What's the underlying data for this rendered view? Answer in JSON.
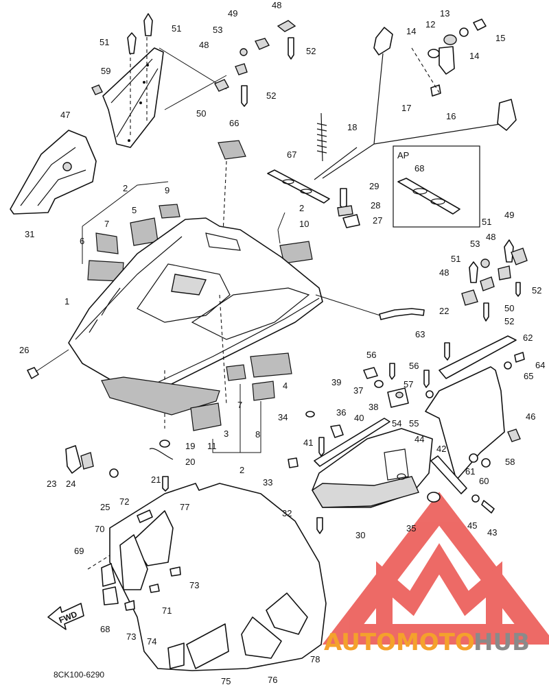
{
  "diagram": {
    "code": "8CK100-6290",
    "front_marker": "FWD",
    "detail_box_label": "AP",
    "callouts": [
      {
        "id": "c51a",
        "n": "51"
      },
      {
        "id": "c51b",
        "n": "51"
      },
      {
        "id": "c49a",
        "n": "49"
      },
      {
        "id": "c48a",
        "n": "48"
      },
      {
        "id": "c53a",
        "n": "53"
      },
      {
        "id": "c48b",
        "n": "48"
      },
      {
        "id": "c52a",
        "n": "52"
      },
      {
        "id": "c52b",
        "n": "52"
      },
      {
        "id": "c50a",
        "n": "50"
      },
      {
        "id": "c59",
        "n": "59"
      },
      {
        "id": "c47",
        "n": "47"
      },
      {
        "id": "c31",
        "n": "31"
      },
      {
        "id": "c13",
        "n": "13"
      },
      {
        "id": "c12",
        "n": "12"
      },
      {
        "id": "c14a",
        "n": "14"
      },
      {
        "id": "c14b",
        "n": "14"
      },
      {
        "id": "c15",
        "n": "15"
      },
      {
        "id": "c17",
        "n": "17"
      },
      {
        "id": "c16",
        "n": "16"
      },
      {
        "id": "c18",
        "n": "18"
      },
      {
        "id": "c66",
        "n": "66"
      },
      {
        "id": "c67",
        "n": "67"
      },
      {
        "id": "c68a",
        "n": "68"
      },
      {
        "id": "c29",
        "n": "29"
      },
      {
        "id": "c28",
        "n": "28"
      },
      {
        "id": "c27",
        "n": "27"
      },
      {
        "id": "c2a",
        "n": "2"
      },
      {
        "id": "c9",
        "n": "9"
      },
      {
        "id": "c5",
        "n": "5"
      },
      {
        "id": "c7a",
        "n": "7"
      },
      {
        "id": "c6",
        "n": "6"
      },
      {
        "id": "c2b",
        "n": "2"
      },
      {
        "id": "c10",
        "n": "10"
      },
      {
        "id": "c1",
        "n": "1"
      },
      {
        "id": "c26",
        "n": "26"
      },
      {
        "id": "c51c",
        "n": "51"
      },
      {
        "id": "c49b",
        "n": "49"
      },
      {
        "id": "c48c",
        "n": "48"
      },
      {
        "id": "c53b",
        "n": "53"
      },
      {
        "id": "c51d",
        "n": "51"
      },
      {
        "id": "c48d",
        "n": "48"
      },
      {
        "id": "c52c",
        "n": "52"
      },
      {
        "id": "c50b",
        "n": "50"
      },
      {
        "id": "c52d",
        "n": "52"
      },
      {
        "id": "c22",
        "n": "22"
      },
      {
        "id": "c63",
        "n": "63"
      },
      {
        "id": "c62",
        "n": "62"
      },
      {
        "id": "c64",
        "n": "64"
      },
      {
        "id": "c65",
        "n": "65"
      },
      {
        "id": "c56a",
        "n": "56"
      },
      {
        "id": "c56b",
        "n": "56"
      },
      {
        "id": "c39",
        "n": "39"
      },
      {
        "id": "c37",
        "n": "37"
      },
      {
        "id": "c57",
        "n": "57"
      },
      {
        "id": "c38",
        "n": "38"
      },
      {
        "id": "c54",
        "n": "54"
      },
      {
        "id": "c55",
        "n": "55"
      },
      {
        "id": "c46",
        "n": "46"
      },
      {
        "id": "c4",
        "n": "4"
      },
      {
        "id": "c7b",
        "n": "7"
      },
      {
        "id": "c3",
        "n": "3"
      },
      {
        "id": "c8",
        "n": "8"
      },
      {
        "id": "c11",
        "n": "11"
      },
      {
        "id": "c2c",
        "n": "2"
      },
      {
        "id": "c19",
        "n": "19"
      },
      {
        "id": "c20",
        "n": "20"
      },
      {
        "id": "c34",
        "n": "34"
      },
      {
        "id": "c36",
        "n": "36"
      },
      {
        "id": "c40",
        "n": "40"
      },
      {
        "id": "c41",
        "n": "41"
      },
      {
        "id": "c44",
        "n": "44"
      },
      {
        "id": "c42",
        "n": "42"
      },
      {
        "id": "c58",
        "n": "58"
      },
      {
        "id": "c61",
        "n": "61"
      },
      {
        "id": "c60",
        "n": "60"
      },
      {
        "id": "c23",
        "n": "23"
      },
      {
        "id": "c24",
        "n": "24"
      },
      {
        "id": "c25",
        "n": "25"
      },
      {
        "id": "c21",
        "n": "21"
      },
      {
        "id": "c33",
        "n": "33"
      },
      {
        "id": "c32",
        "n": "32"
      },
      {
        "id": "c30",
        "n": "30"
      },
      {
        "id": "c35",
        "n": "35"
      },
      {
        "id": "c45",
        "n": "45"
      },
      {
        "id": "c43",
        "n": "43"
      },
      {
        "id": "c72",
        "n": "72"
      },
      {
        "id": "c77",
        "n": "77"
      },
      {
        "id": "c70",
        "n": "70"
      },
      {
        "id": "c69",
        "n": "69"
      },
      {
        "id": "c73a",
        "n": "73"
      },
      {
        "id": "c71",
        "n": "71"
      },
      {
        "id": "c68b",
        "n": "68"
      },
      {
        "id": "c73b",
        "n": "73"
      },
      {
        "id": "c74",
        "n": "74"
      },
      {
        "id": "c75",
        "n": "75"
      },
      {
        "id": "c76",
        "n": "76"
      },
      {
        "id": "c78",
        "n": "78"
      }
    ]
  },
  "watermark": {
    "text_1": "AUTOMOTO",
    "text_2": "HUB",
    "color_1": "#f4a12c",
    "color_2": "#8a8a8a",
    "mark_color": "#e8413c"
  }
}
